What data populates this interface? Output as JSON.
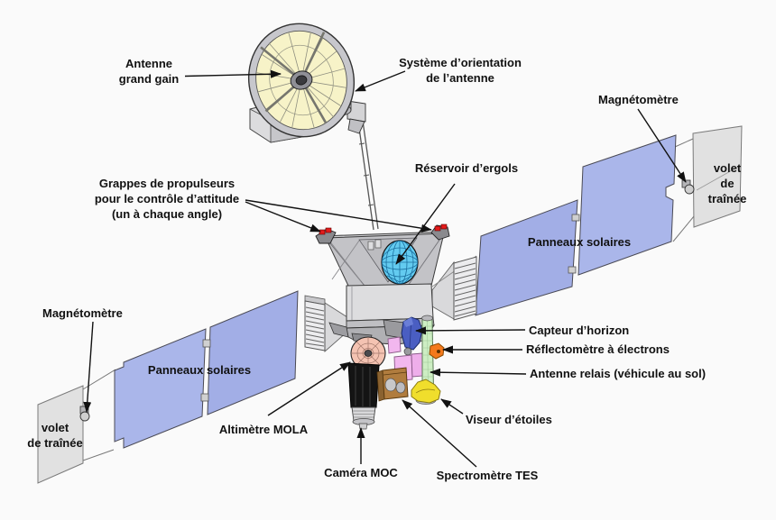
{
  "diagram": {
    "subject": "spacecraft-annotated-diagram",
    "labels": {
      "antenne_grand_gain": "Antenne\ngrand gain",
      "systeme_orientation": "Système d’orientation\nde l’antenne",
      "magnetometre_droit": "Magnétomètre",
      "volet_trainee_droit": "volet\nde traînée",
      "grappes_propulseurs": "Grappes de propulseurs\npour le contrôle d’attitude\n(un à chaque angle)",
      "reservoir_ergols": "Réservoir d’ergols",
      "panneaux_solaires_droit": "Panneaux solaires",
      "panneaux_solaires_gauche": "Panneaux solaires",
      "magnetometre_gauche": "Magnétomètre",
      "volet_trainee_gauche": "volet\nde traînée",
      "altimetre_mola": "Altimètre MOLA",
      "camera_moc": "Caméra MOC",
      "spectrometre_tes": "Spectromètre TES",
      "capteur_horizon": "Capteur d’horizon",
      "reflectometre_electrons": "Réflectomètre à électrons",
      "antenne_relais": "Antenne  relais (véhicule au sol)",
      "viseur_etoiles": "Viseur d’étoiles"
    }
  },
  "colors": {
    "background": "#fafafa",
    "label_text": "#111111",
    "solar_panel": "#aab6ea",
    "solar_panel_2": "#a2aee6",
    "drag_flap": "#e1e1e1",
    "dish": "#f7f3c8",
    "tank": "#63cbf0",
    "mola": "#f4c3b2",
    "horizon_sensor": "#4a5ec2",
    "relay_antenna": "#cdeec3",
    "reflectometer": "#f4791c",
    "tes": "#b07c3e",
    "star_sensor": "#f0de2c",
    "thruster_red": "#e31b1b"
  }
}
